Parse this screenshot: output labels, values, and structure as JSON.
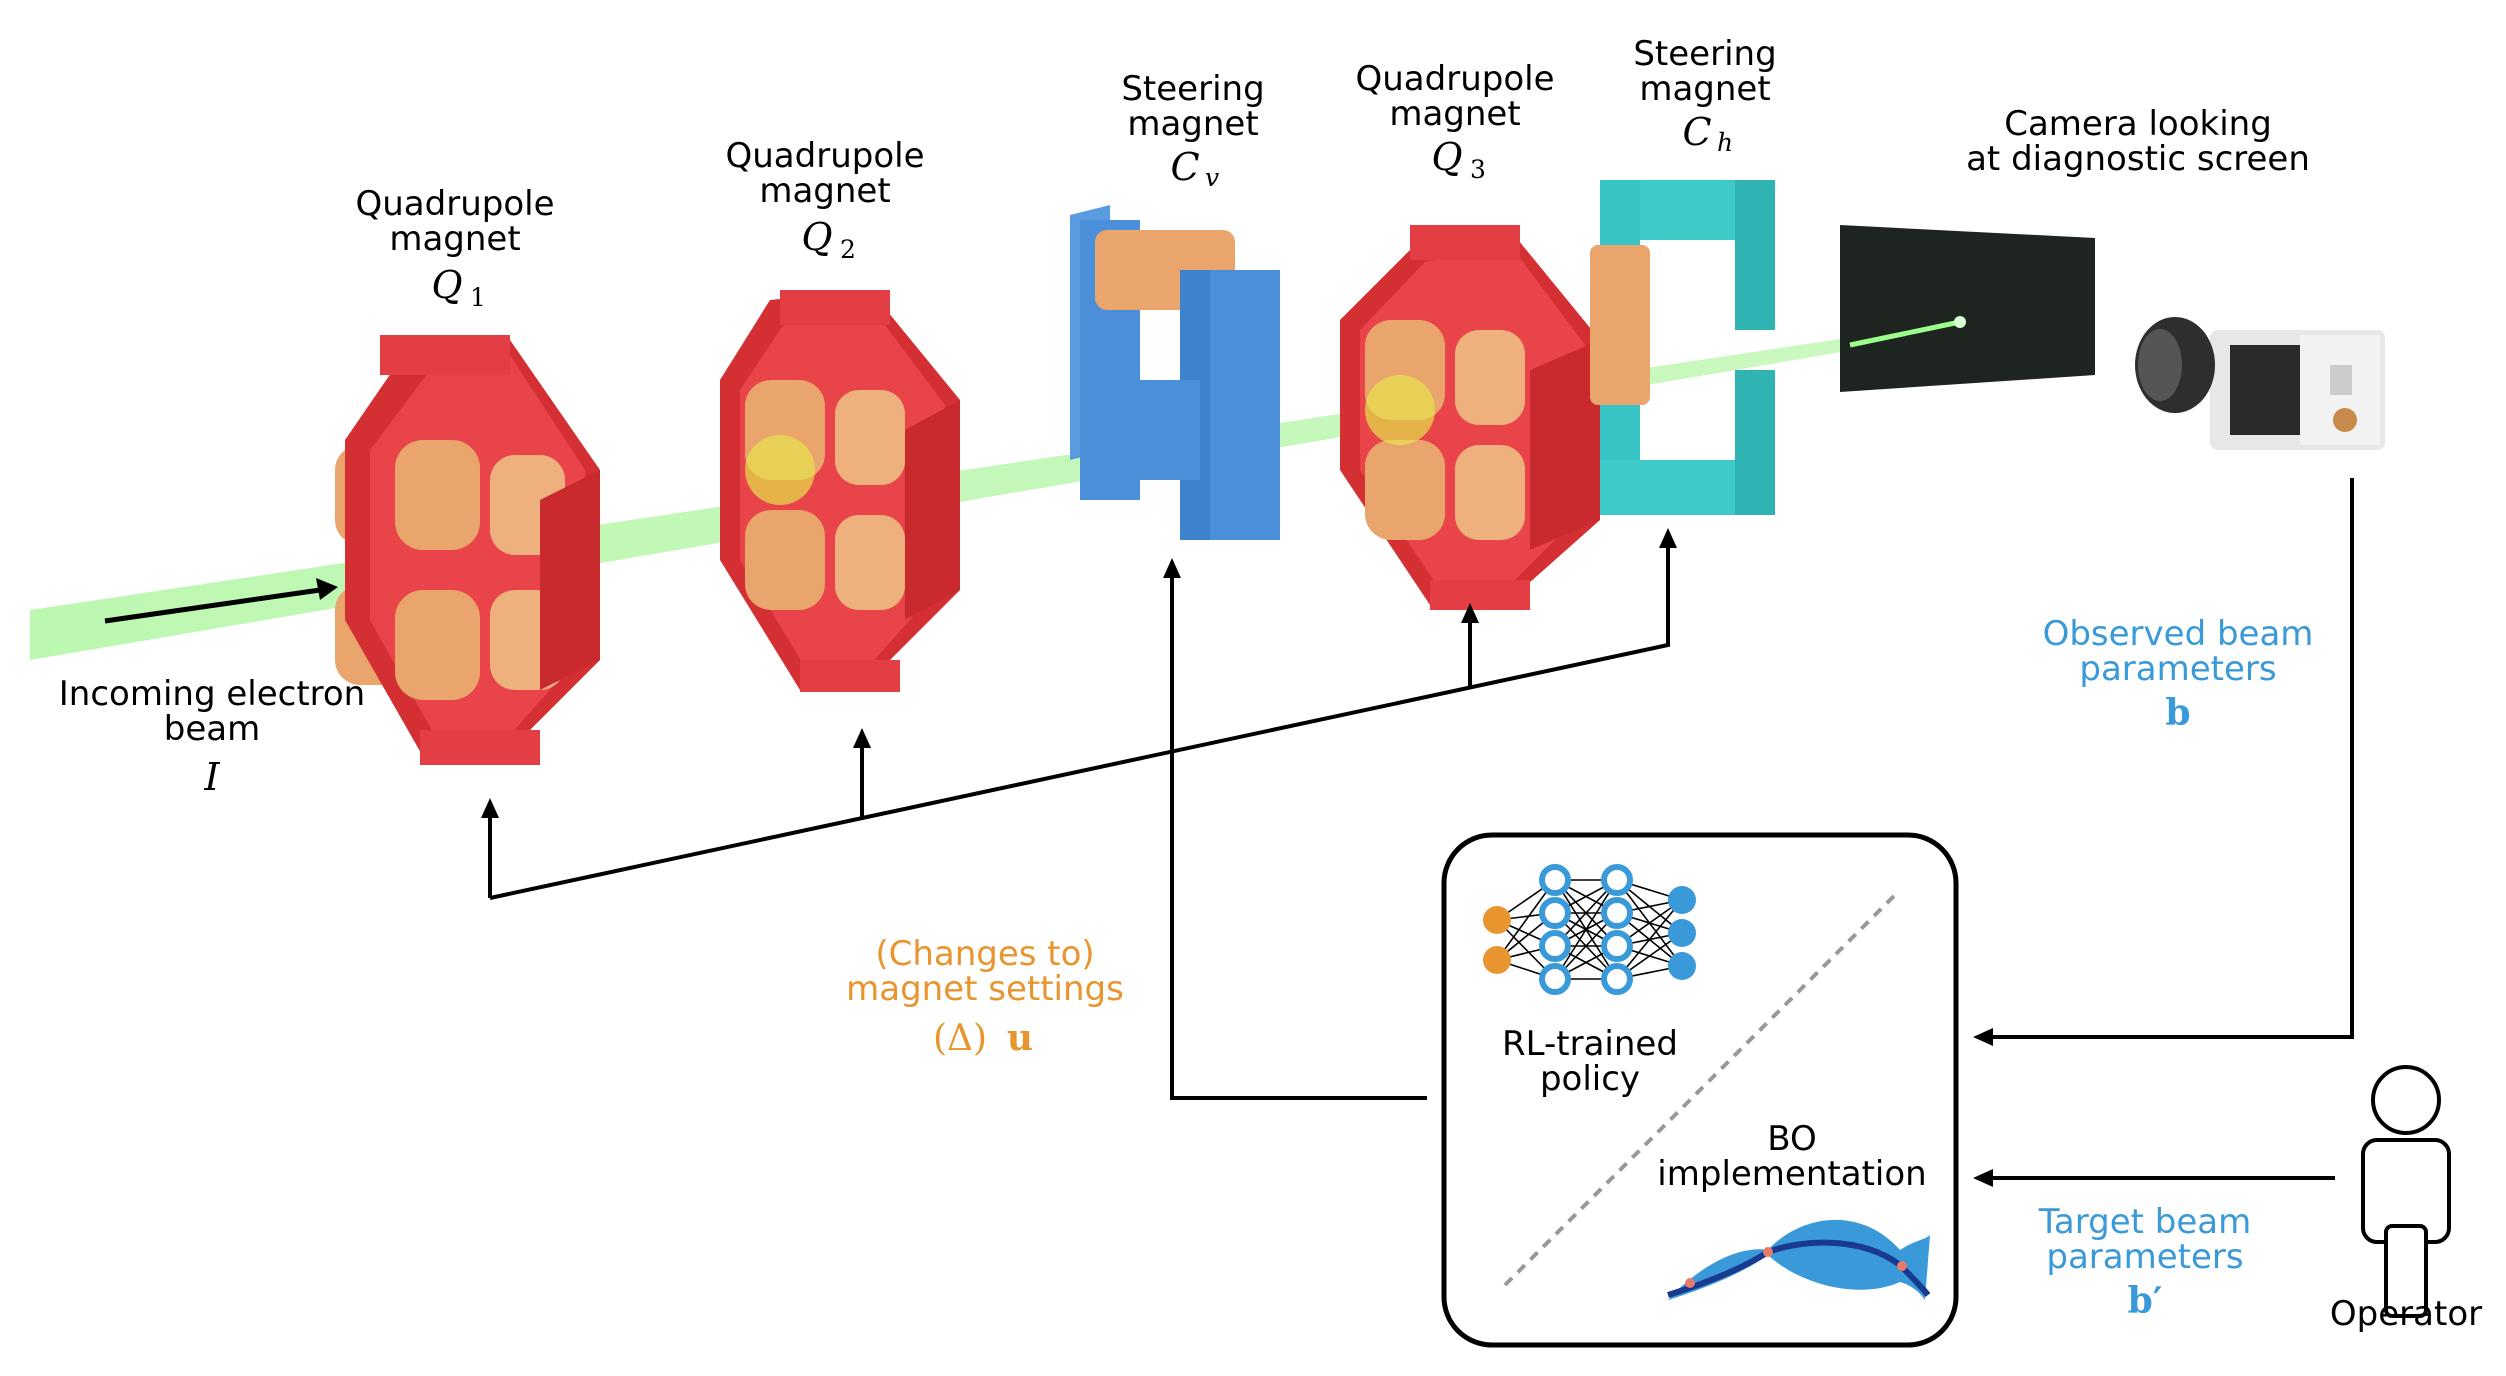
{
  "beam": {
    "incoming_label": [
      "Incoming electron",
      "beam"
    ],
    "incoming_symbol": "I"
  },
  "q1": {
    "label": [
      "Quadrupole",
      "magnet"
    ],
    "symbol": "Q",
    "subscript": "1"
  },
  "q2": {
    "label": [
      "Quadrupole",
      "magnet"
    ],
    "symbol": "Q",
    "subscript": "2"
  },
  "cv": {
    "label": [
      "Steering",
      "magnet"
    ],
    "symbol": "C",
    "subscript": "v"
  },
  "q3": {
    "label": [
      "Quadrupole",
      "magnet"
    ],
    "symbol": "Q",
    "subscript": "3"
  },
  "ch": {
    "label": [
      "Steering",
      "magnet"
    ],
    "symbol": "C",
    "subscript": "h"
  },
  "camera": {
    "label": [
      "Camera looking",
      "at diagnostic screen"
    ]
  },
  "observed": {
    "label": [
      "Observed beam",
      "parameters"
    ],
    "symbol": "b"
  },
  "target": {
    "label": [
      "Target beam",
      "parameters"
    ],
    "symbol": "b′"
  },
  "settings": {
    "label": [
      "(Changes to)",
      "magnet settings"
    ],
    "symbol_delta": "(Δ)",
    "symbol_u": "u"
  },
  "controller": {
    "rl_label": [
      "RL-trained",
      "policy"
    ],
    "bo_label": [
      "BO",
      "implementation"
    ]
  },
  "operator": {
    "label": "Operator"
  },
  "colors": {
    "magnet_red": "#e0353a",
    "coil_orange": "#e9a56c",
    "steering_blue": "#4a8fd8",
    "steering_teal": "#38c4c4",
    "beam_green": "#a8f59c",
    "annotation_blue": "#3a9ad9",
    "annotation_orange": "#e8952f",
    "nn_orange": "#e8952f",
    "nn_blue": "#3a9ad9"
  }
}
